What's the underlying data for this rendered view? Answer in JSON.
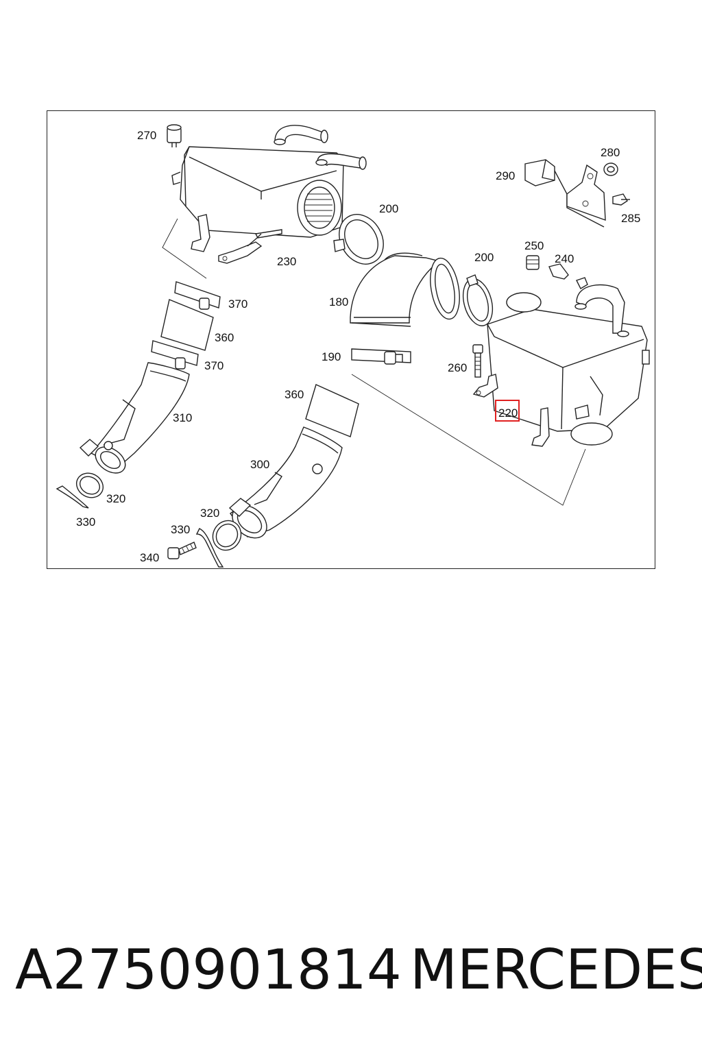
{
  "diagram": {
    "highlight_color": "#e02020",
    "highlighted_label": "220",
    "labels": [
      {
        "id": "270",
        "text": "270"
      },
      {
        "id": "200a",
        "text": "200"
      },
      {
        "id": "230",
        "text": "230"
      },
      {
        "id": "280",
        "text": "280"
      },
      {
        "id": "290",
        "text": "290"
      },
      {
        "id": "285",
        "text": "285"
      },
      {
        "id": "250",
        "text": "250"
      },
      {
        "id": "240",
        "text": "240"
      },
      {
        "id": "200b",
        "text": "200"
      },
      {
        "id": "370a",
        "text": "370"
      },
      {
        "id": "180",
        "text": "180"
      },
      {
        "id": "360a",
        "text": "360"
      },
      {
        "id": "190",
        "text": "190"
      },
      {
        "id": "370b",
        "text": "370"
      },
      {
        "id": "260",
        "text": "260"
      },
      {
        "id": "360b",
        "text": "360"
      },
      {
        "id": "220",
        "text": "220"
      },
      {
        "id": "310",
        "text": "310"
      },
      {
        "id": "300",
        "text": "300"
      },
      {
        "id": "320a",
        "text": "320"
      },
      {
        "id": "330a",
        "text": "330"
      },
      {
        "id": "320b",
        "text": "320"
      },
      {
        "id": "330b",
        "text": "330"
      },
      {
        "id": "340",
        "text": "340"
      }
    ]
  },
  "caption": {
    "part_number": "A2750901814",
    "brand": "MERCEDES"
  }
}
